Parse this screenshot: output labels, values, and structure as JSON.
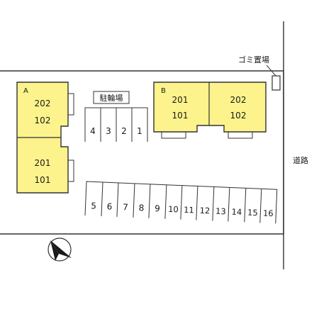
{
  "buildings": {
    "a": {
      "label": "A",
      "upper_block": {
        "line1": "202",
        "line2": "102"
      },
      "lower_block": {
        "line1": "201",
        "line2": "101"
      }
    },
    "b": {
      "label": "B",
      "left_block": {
        "line1": "201",
        "line2": "101"
      },
      "right_block": {
        "line1": "202",
        "line2": "102"
      }
    }
  },
  "bicycle_parking": {
    "label": "駐輪場",
    "spaces": [
      "4",
      "3",
      "2",
      "1"
    ]
  },
  "car_parking": {
    "spaces": [
      "5",
      "6",
      "7",
      "8",
      "9",
      "10",
      "11",
      "12",
      "13",
      "14",
      "15",
      "16"
    ]
  },
  "garbage": {
    "label": "ゴミ置場"
  },
  "road": {
    "label": "道路"
  },
  "colors": {
    "building_fill": "#fcf38c",
    "line": "#333333",
    "text": "#1a1a1a"
  }
}
